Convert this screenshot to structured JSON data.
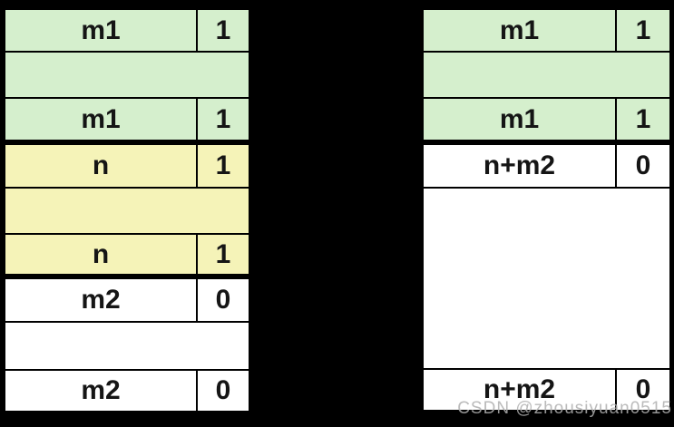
{
  "diagram": {
    "description_colors": {
      "allocated_block_1": "#d5efcd",
      "allocated_block_2": "#f5f3b8",
      "free_block": "#ffffff",
      "border": "#000000",
      "background": "#000000",
      "text": "#151515"
    },
    "left_block": {
      "rows": [
        {
          "kind": "header",
          "label": "m1",
          "value": "1"
        },
        {
          "kind": "payload",
          "label": "",
          "value": ""
        },
        {
          "kind": "footer",
          "label": "m1",
          "value": "1"
        },
        {
          "kind": "header",
          "label": "n",
          "value": "1"
        },
        {
          "kind": "payload",
          "label": "",
          "value": ""
        },
        {
          "kind": "footer",
          "label": "n",
          "value": "1"
        },
        {
          "kind": "header",
          "label": "m2",
          "value": "0"
        },
        {
          "kind": "payload",
          "label": "",
          "value": ""
        },
        {
          "kind": "footer",
          "label": "m2",
          "value": "0"
        }
      ]
    },
    "right_block": {
      "rows": [
        {
          "kind": "header",
          "label": "m1",
          "value": "1"
        },
        {
          "kind": "payload",
          "label": "",
          "value": ""
        },
        {
          "kind": "footer",
          "label": "m1",
          "value": "1"
        },
        {
          "kind": "header",
          "label": "n+m2",
          "value": "0"
        },
        {
          "kind": "payload",
          "label": "",
          "value": ""
        },
        {
          "kind": "footer",
          "label": "n+m2",
          "value": "0"
        }
      ]
    }
  },
  "watermark": {
    "text": "CSDN @zhousiyuan0515",
    "color": "#afafaf"
  }
}
